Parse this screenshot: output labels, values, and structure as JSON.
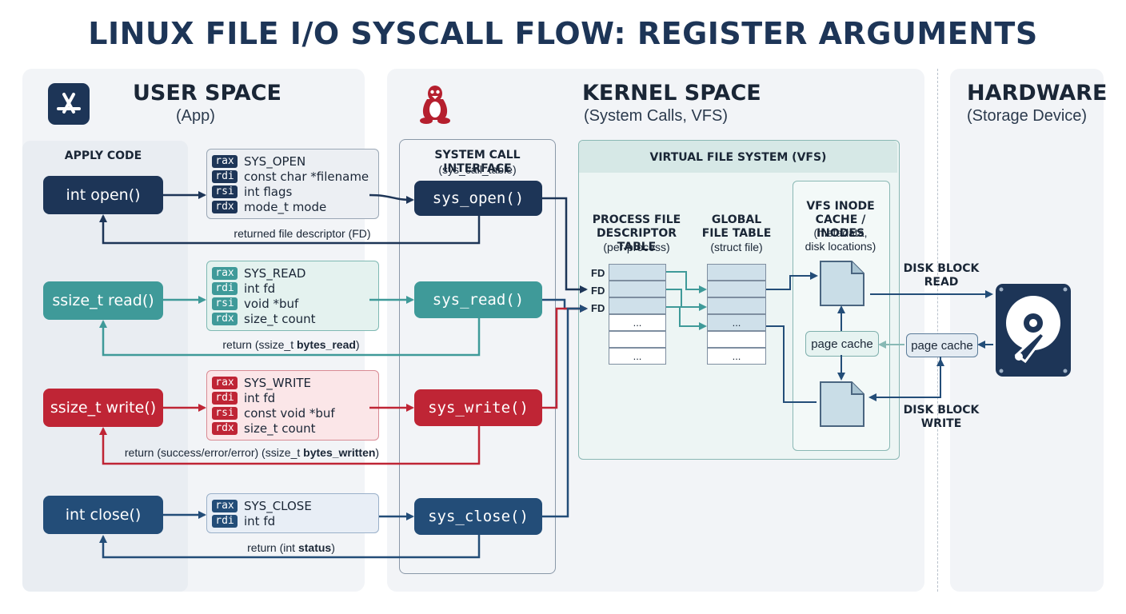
{
  "title": "LINUX FILE I/O SYSCALL FLOW: REGISTER ARGUMENTS",
  "user_space": {
    "title": "USER SPACE",
    "subtitle": "(App)",
    "code_label": "APPLY CODE",
    "icon": "app-store-icon"
  },
  "kernel_space": {
    "title": "KERNEL SPACE",
    "subtitle": "(System Calls, VFS)",
    "icon": "tux-penguin-icon"
  },
  "hardware": {
    "title": "HARDWARE",
    "subtitle": "(Storage Device)",
    "icon": "hard-disk-icon"
  },
  "sci": {
    "title": "SYSTEM CALL INTERFACE",
    "subtitle": "(sys_call_table)"
  },
  "calls": [
    {
      "fn": "int open()",
      "sys": "sys_open()",
      "color": "#1d3557",
      "regs": [
        {
          "reg": "rax",
          "val": "SYS_OPEN"
        },
        {
          "reg": "rdi",
          "val": "const char *filename"
        },
        {
          "reg": "rsi",
          "val": "int flags"
        },
        {
          "reg": "rdx",
          "val": "mode_t mode"
        }
      ],
      "ret_prefix": "returned file descriptor (FD)",
      "ret_bold": "",
      "ret_suffix": ""
    },
    {
      "fn": "ssize_t read()",
      "sys": "sys_read()",
      "color": "#3f9a99",
      "regs": [
        {
          "reg": "rax",
          "val": "SYS_READ"
        },
        {
          "reg": "rdi",
          "val": "int fd"
        },
        {
          "reg": "rsi",
          "val": "void *buf"
        },
        {
          "reg": "rdx",
          "val": "size_t count"
        }
      ],
      "ret_prefix": "return (ssize_t ",
      "ret_bold": "bytes_read",
      "ret_suffix": ")"
    },
    {
      "fn": "ssize_t write()",
      "sys": "sys_write()",
      "color": "#bf2535",
      "regs": [
        {
          "reg": "rax",
          "val": "SYS_WRITE"
        },
        {
          "reg": "rdi",
          "val": "int fd"
        },
        {
          "reg": "rsi",
          "val": "const void *buf"
        },
        {
          "reg": "rdx",
          "val": "size_t count"
        }
      ],
      "ret_prefix": "return (success/error/error) (ssize_t ",
      "ret_bold": "bytes_written",
      "ret_suffix": ")"
    },
    {
      "fn": "int close()",
      "sys": "sys_close()",
      "color": "#234d78",
      "regs": [
        {
          "reg": "rax",
          "val": "SYS_CLOSE"
        },
        {
          "reg": "rdi",
          "val": "int fd"
        }
      ],
      "ret_prefix": "return (int ",
      "ret_bold": "status",
      "ret_suffix": ")"
    }
  ],
  "vfs": {
    "title": "VIRTUAL FILE SYSTEM (VFS)",
    "fd_table": {
      "title_line1": "PROCESS FILE",
      "title_line2": "DESCRIPTOR TABLE",
      "subtitle": "(per-process)",
      "fd_labels": [
        "FD",
        "FD",
        "FD"
      ],
      "ellipsis": "..."
    },
    "file_table": {
      "title_line1": "GLOBAL",
      "title_line2": "FILE TABLE",
      "subtitle": "(struct file)",
      "ellipsis": "..."
    },
    "inode": {
      "title_line1": "VFS INODE",
      "title_line2": "CACHE / INODES",
      "subtitle_line1": "(metadata,",
      "subtitle_line2": "disk locations)"
    },
    "page_cache": "page cache"
  },
  "hw_page_cache": "page cache",
  "disk_read": {
    "line1": "DISK BLOCK",
    "line2": "READ"
  },
  "disk_write": {
    "line1": "DISK BLOCK",
    "line2": "WRITE"
  }
}
